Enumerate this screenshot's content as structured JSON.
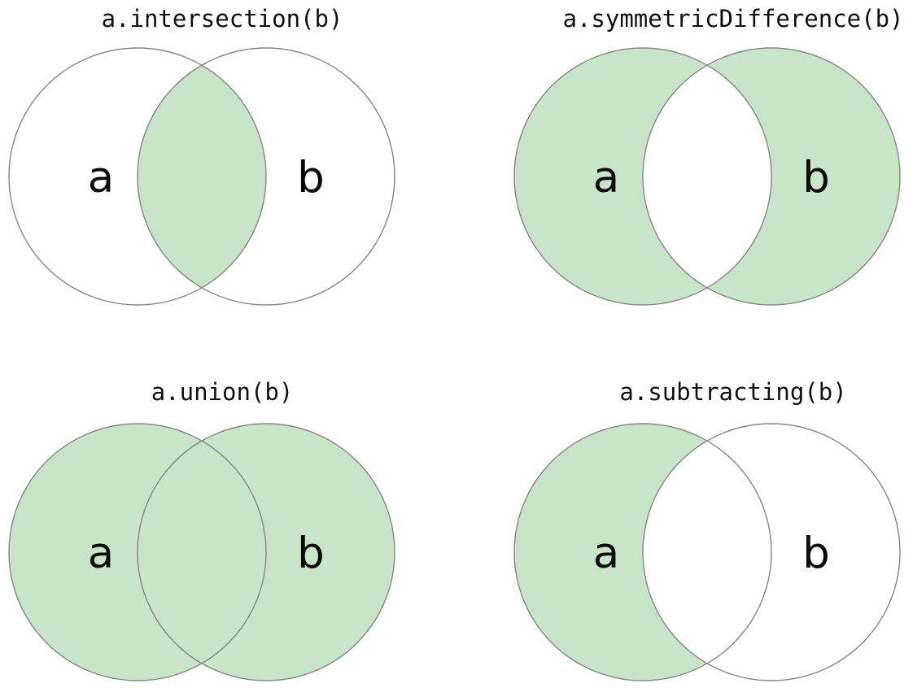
{
  "page": {
    "background": "#ffffff",
    "description": "Four Venn diagrams illustrating Swift Set operations"
  },
  "colors": {
    "shaded_fill": "#c8e5c9",
    "unshaded_fill": "#ffffff",
    "circle_stroke": "#868686",
    "title_text": "#111111",
    "label_text": "#0a0a0a"
  },
  "diagrams": [
    {
      "title": "a.intersection(b)",
      "label_a": "a",
      "label_b": "b",
      "shaded_region": "intersection"
    },
    {
      "title": "a.symmetricDifference(b)",
      "label_a": "a",
      "label_b": "b",
      "shaded_region": "symmetric-difference"
    },
    {
      "title": "a.union(b)",
      "label_a": "a",
      "label_b": "b",
      "shaded_region": "union"
    },
    {
      "title": "a.subtracting(b)",
      "label_a": "a",
      "label_b": "b",
      "shaded_region": "a-minus-b"
    }
  ]
}
